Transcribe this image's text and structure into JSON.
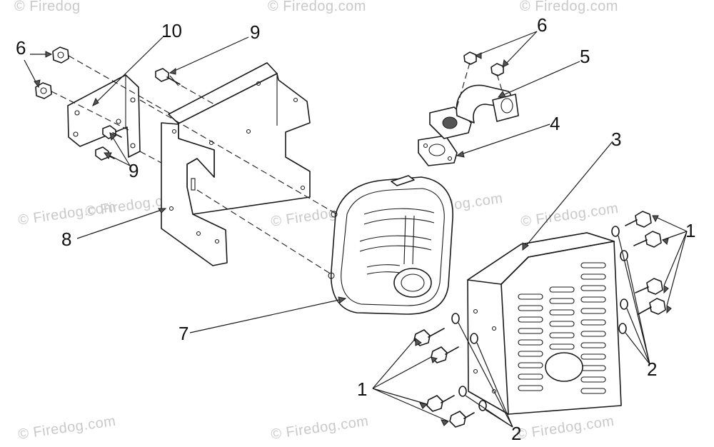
{
  "watermarks": [
    "© Firedog",
    "© Firedog.com",
    "© Firedog.com",
    "© Firedog.com",
    "© Firedog.com",
    "© Firedog.com",
    "© Firedog.com",
    "© Firedog.com",
    "© Firedog.com",
    "© Firedog.com",
    "© Firedog.com"
  ],
  "callouts": {
    "c10": "10",
    "c9_top": "9",
    "c6_left": "6",
    "c9_bottom": "9",
    "c8": "8",
    "c6_right": "6",
    "c5": "5",
    "c4": "4",
    "c3": "3",
    "c7": "7",
    "c1_right": "1",
    "c2_right": "2",
    "c1_left": "1",
    "c2_bottom": "2"
  },
  "colors": {
    "line": "#1a1a1a",
    "watermark": "#c9c9c9",
    "background": "#ffffff"
  }
}
